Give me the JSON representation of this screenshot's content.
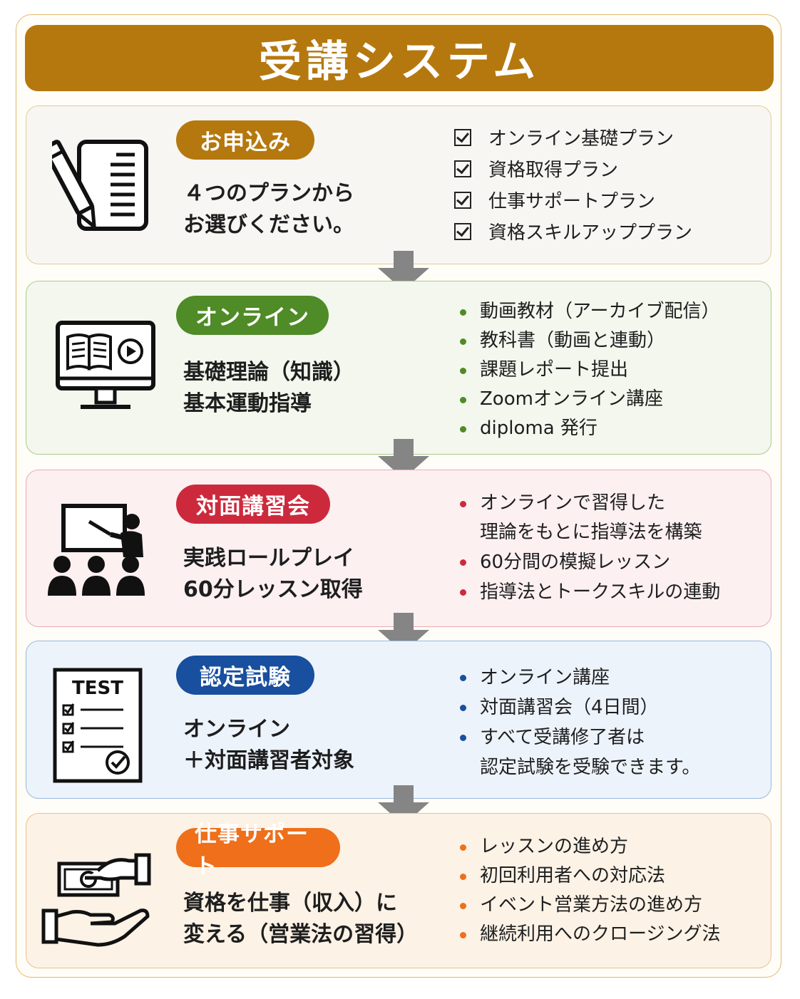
{
  "title": "受講システム",
  "colors": {
    "title_bg": "#b5780e",
    "step1": "#b5780e",
    "step2": "#4f8b26",
    "step3": "#cc2a3c",
    "step4": "#184f9e",
    "step5": "#ef6f1a",
    "arrow": "#858585"
  },
  "steps": [
    {
      "label": "お申込み",
      "icon": "document-pencil-icon",
      "description": [
        "４つのプランから",
        "お選びください。"
      ],
      "list_style": "checkbox",
      "items": [
        "オンライン基礎プラン",
        "資格取得プラン",
        "仕事サポートプラン",
        "資格スキルアッププラン"
      ]
    },
    {
      "label": "オンライン",
      "icon": "monitor-book-video-icon",
      "description": [
        "基礎理論（知識）",
        "基本運動指導"
      ],
      "list_style": "bullet",
      "items": [
        "動画教材（アーカイブ配信）",
        "教科書（動画と連動）",
        "課題レポート提出",
        "Zoomオンライン講座",
        "diploma 発行"
      ]
    },
    {
      "label": "対面講習会",
      "icon": "classroom-lecture-icon",
      "description": [
        "実践ロールプレイ",
        "60分レッスン取得"
      ],
      "list_style": "bullet",
      "items": [
        {
          "line1": "オンラインで習得した",
          "line2": "理論をもとに指導法を構築"
        },
        {
          "line1": "60分間の模擬レッスン"
        },
        {
          "line1": "指導法とトークスキルの連動"
        }
      ]
    },
    {
      "label": "認定試験",
      "icon": "test-sheet-icon",
      "icon_text": "TEST",
      "description": [
        "オンライン",
        "＋対面講習者対象"
      ],
      "list_style": "bullet",
      "items": [
        {
          "line1": "オンライン講座"
        },
        {
          "line1": "対面講習会（4日間）"
        },
        {
          "line1": "すべて受講修了者は",
          "line2": "認定試験を受験できます。"
        }
      ]
    },
    {
      "label": "仕事サポート",
      "icon": "hand-money-icon",
      "description": [
        "資格を仕事（収入）に",
        "変える（営業法の習得）"
      ],
      "list_style": "bullet",
      "items": [
        "レッスンの進め方",
        "初回利用者への対応法",
        "イベント営業方法の進め方",
        "継続利用へのクロージング法"
      ]
    }
  ]
}
